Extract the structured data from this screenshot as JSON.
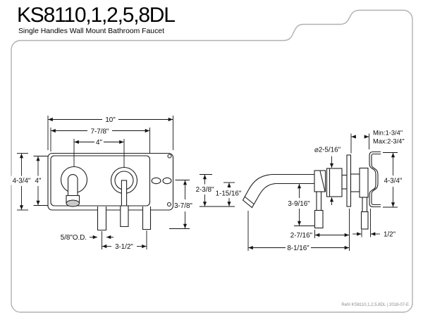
{
  "header": {
    "model": "KS8110,1,2,5,8DL",
    "subtitle": "Single Handles Wall Mount Bathroom Faucet"
  },
  "footer": {
    "ref": "Ref# KS8110,1,2,5,8DL | 2018-07-E"
  },
  "front_view": {
    "dims": {
      "overall_width": "10\"",
      "plate_width": "7-7/8\"",
      "hole_spacing": "4\"",
      "overall_height": "4-3/4\"",
      "plate_height": "4\"",
      "right_height": "3-7/8\"",
      "supply_od": "5/8\"O.D.",
      "supply_spacing": "3-1/2\""
    }
  },
  "side_view": {
    "dims": {
      "spout_drop": "2-3/8\"",
      "spout_clearance": "1-15/16\"",
      "spout_to_handle": "3-9/16\"",
      "trim_diameter": "⌀2-5/16\"",
      "wall_min": "Min:1-3/4\"",
      "wall_max": "Max:2-3/4\"",
      "valve_height": "4-3/4\"",
      "handle_gap": "1/2\"",
      "handle_depth": "2-7/16\"",
      "overall_depth": "8-1/16\""
    }
  }
}
